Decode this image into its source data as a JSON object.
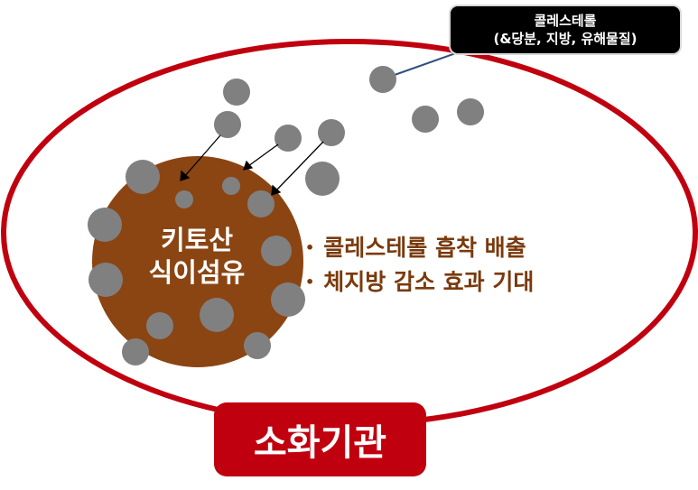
{
  "callout": {
    "line1": "콜레스테롤",
    "line2": "(&당분, 지방, 유해물질)"
  },
  "fiber": {
    "line1": "키토산",
    "line2": "식이섬유"
  },
  "effects": {
    "bullet_glyph": "•",
    "items": [
      "콜레스테롤 흡착 배출",
      "체지방 감소 효과 기대"
    ]
  },
  "organ_label": "소화기관",
  "colors": {
    "organ_outline": "#c0000f",
    "fiber_ball": "#8b4513",
    "particle": "#808080",
    "effect_text": "#7a3a0c"
  }
}
